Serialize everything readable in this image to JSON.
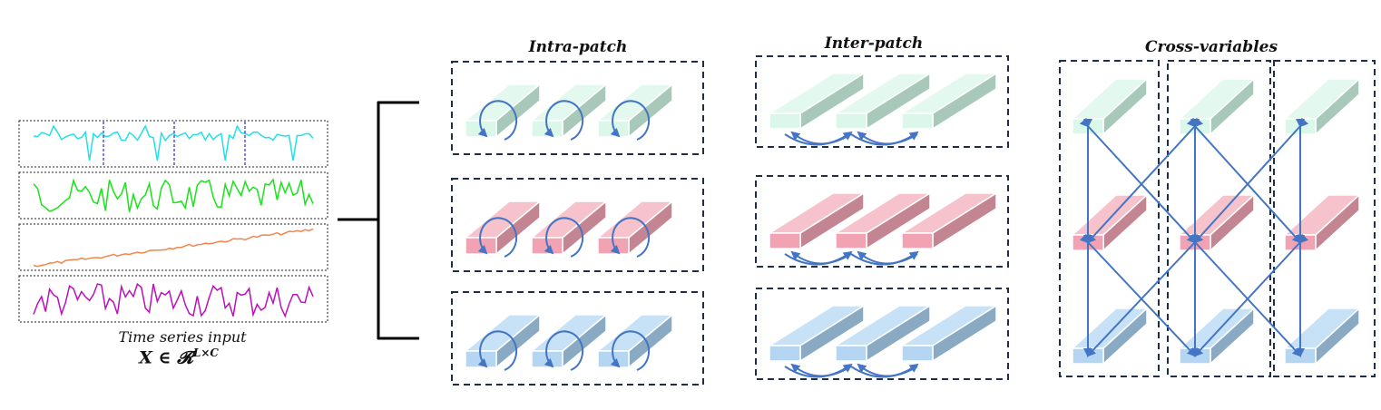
{
  "input": {
    "label": "Time series input",
    "formula_main": "X ∈ 𝓡",
    "formula_sup": "L×C",
    "series_colors": [
      "#22e0e8",
      "#19e319",
      "#f4844c",
      "#bb10bb"
    ]
  },
  "sections": [
    {
      "title": "Intra-patch",
      "kind": "intra"
    },
    {
      "title": "Inter-patch",
      "kind": "inter"
    },
    {
      "title": "Cross-variables",
      "kind": "cross"
    }
  ],
  "colors": {
    "green_front": "#dbf7ea",
    "green_top": "#e3f8ee",
    "green_side": "#a8c9b9",
    "pink_front": "#f1a3b3",
    "pink_top": "#f6c3cc",
    "pink_side": "#c48593",
    "blue_front": "#b4d6f3",
    "blue_top": "#c7e1f6",
    "blue_side": "#8aaac4",
    "arrow": "#4474c4",
    "box_border": "#1f2d4a"
  }
}
